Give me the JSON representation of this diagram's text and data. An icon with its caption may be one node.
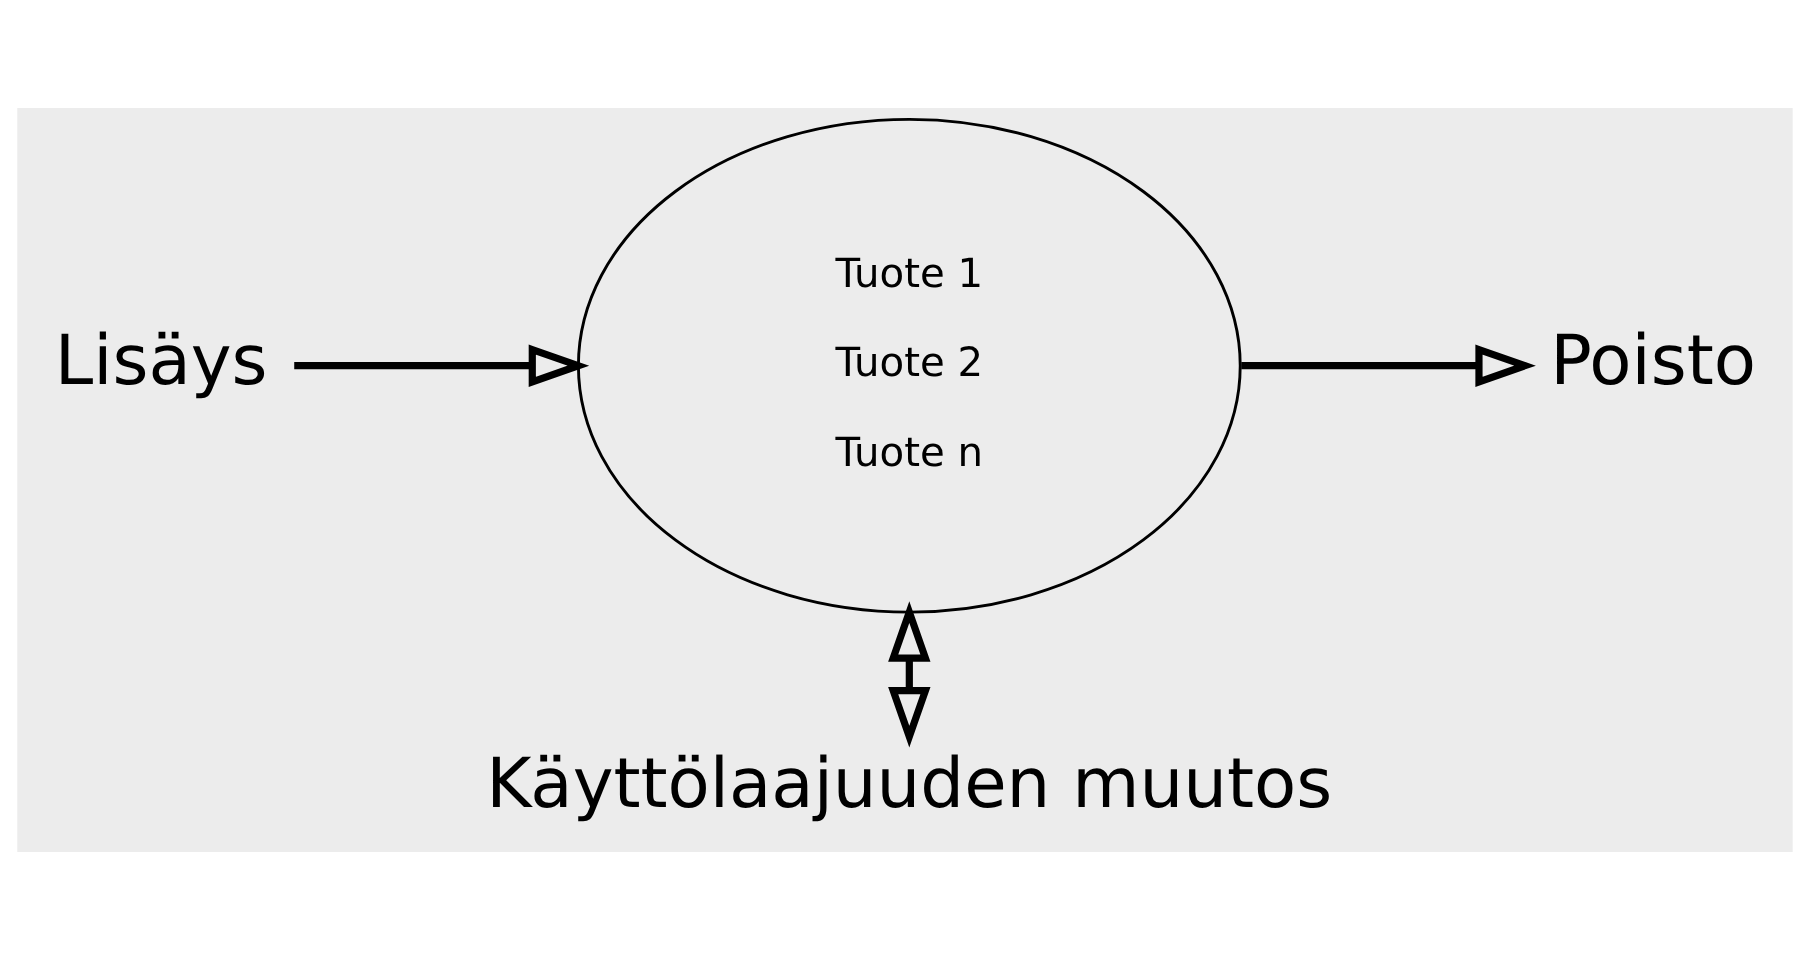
{
  "diagram": {
    "nodes": [
      {
        "text": [
          "Tuote 1",
          "Tuote 2",
          "Tuote n"
        ]
      },
      {
        "text": [
          "Lisäys"
        ]
      },
      {
        "text": [
          "Poisto"
        ]
      },
      {
        "text": [
          "Käyttölaajuuden muutos"
        ]
      }
    ],
    "edges": [
      {
        "from": 1,
        "to": 0,
        "arrow": "to"
      },
      {
        "from": 0,
        "to": 2,
        "arrow": "to"
      },
      {
        "from": 0,
        "to": 3,
        "arrow": "both"
      }
    ]
  }
}
